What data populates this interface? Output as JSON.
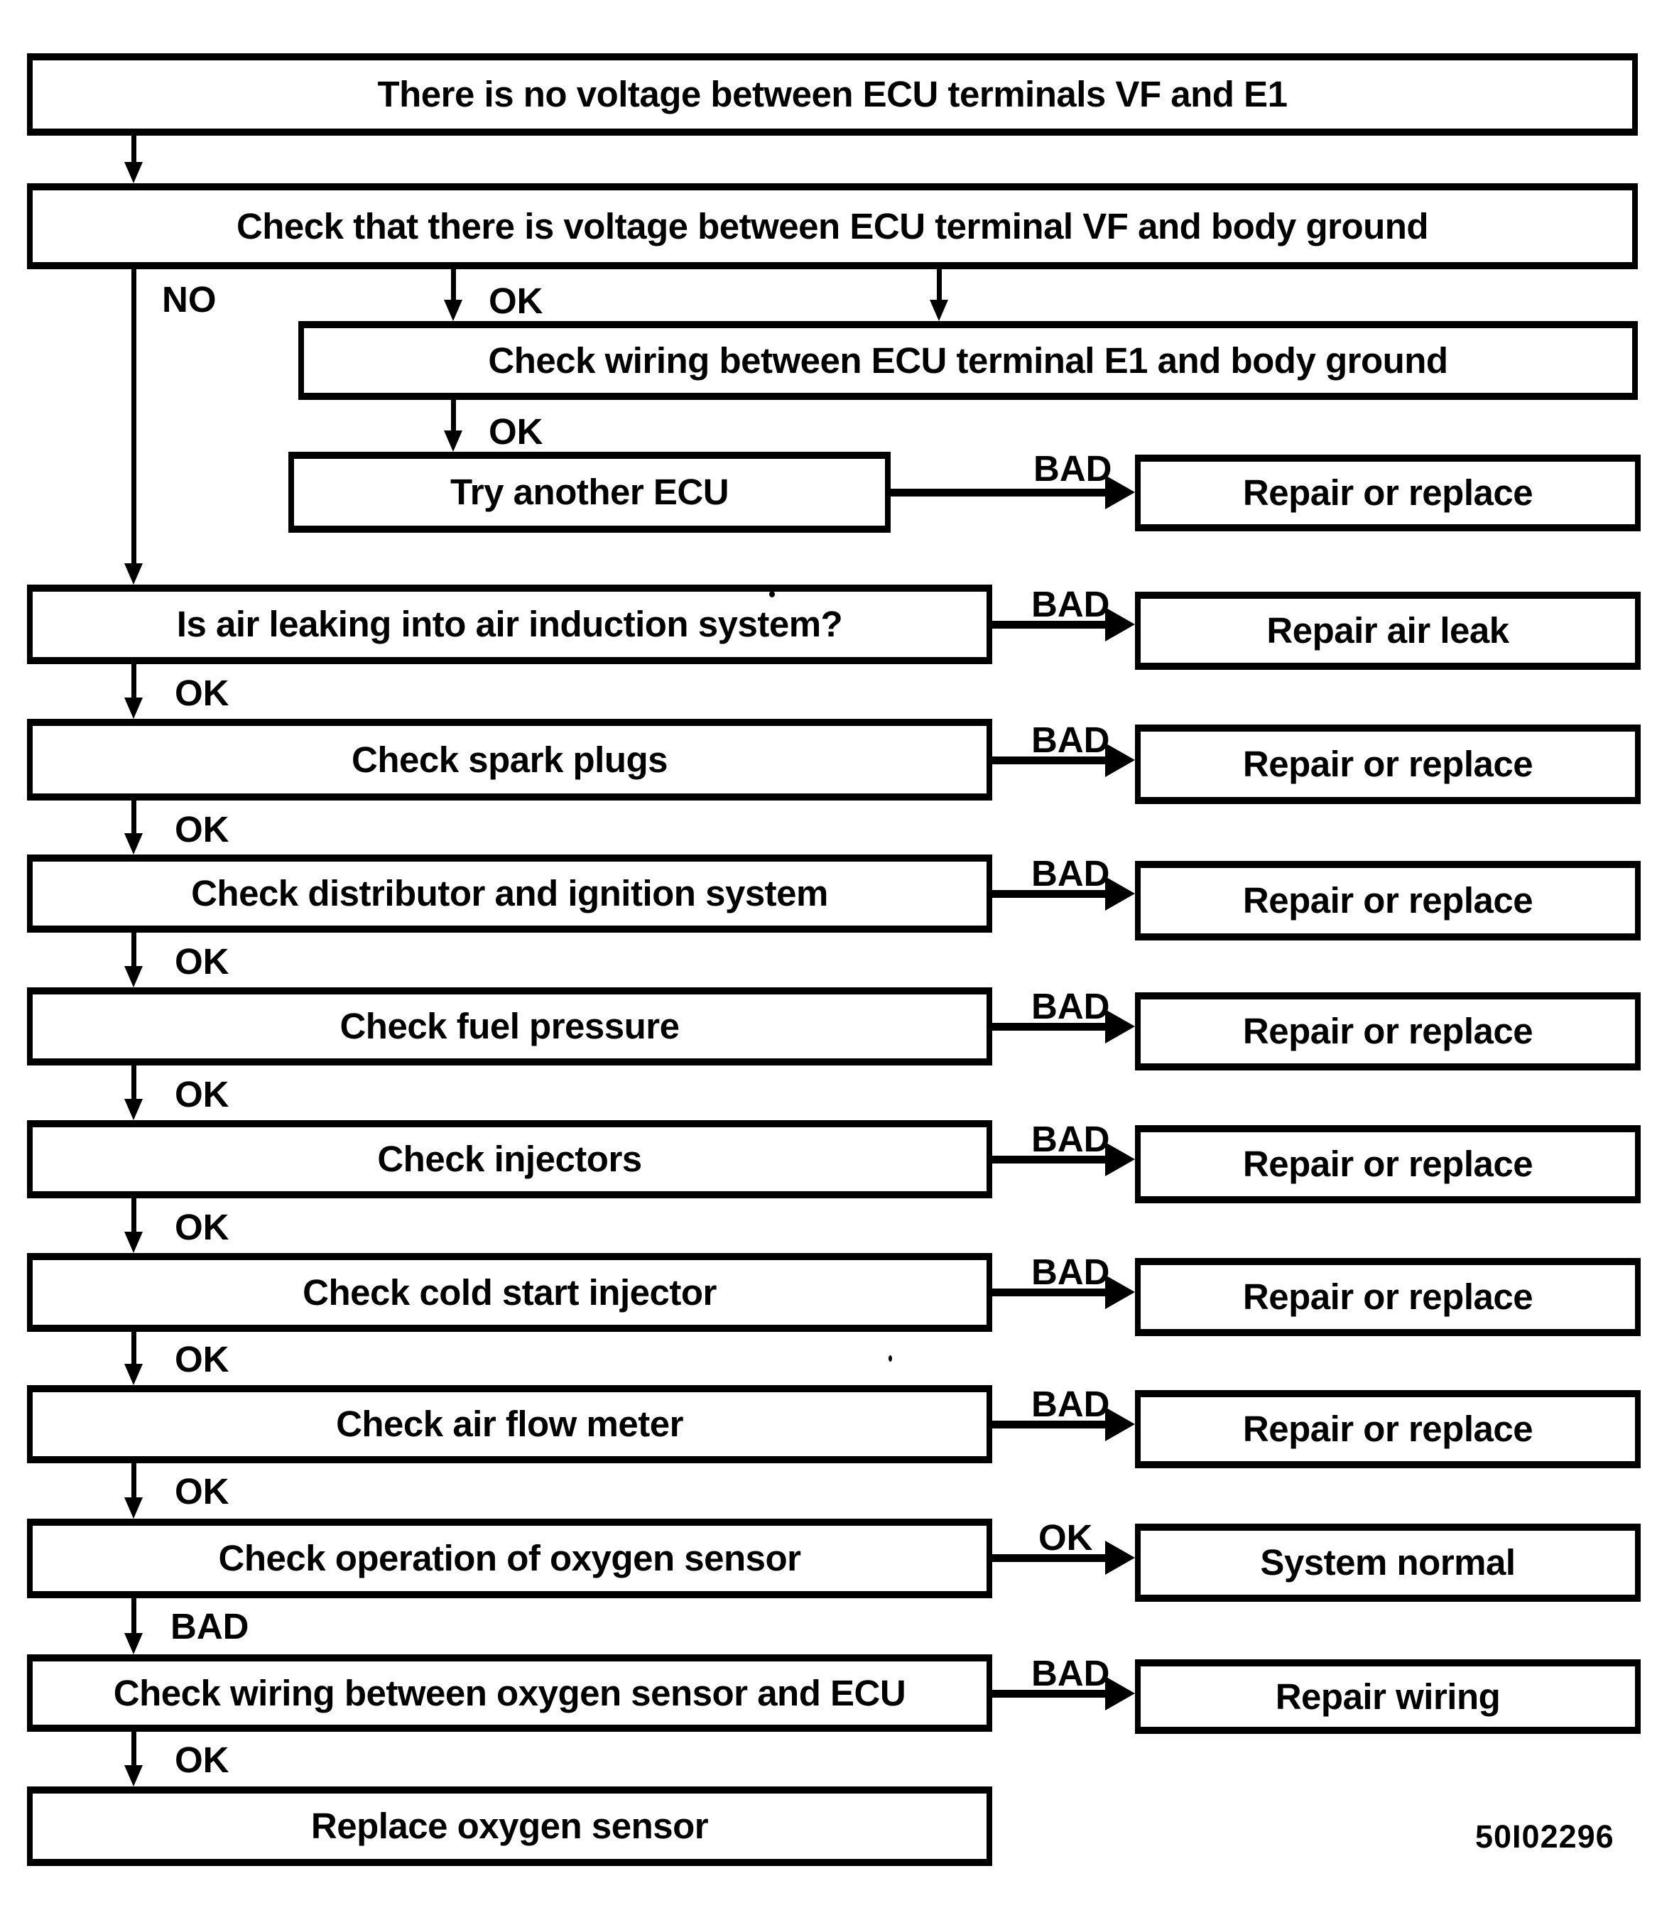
{
  "diagram_title": "ECU VF/E1 no-voltage diagnostic flowchart",
  "labels": {
    "no": "NO",
    "ok": "OK",
    "bad": "BAD"
  },
  "top": {
    "problem": "There is no voltage between ECU terminals VF and E1",
    "check_vf_ground": "Check that there is voltage between ECU terminal VF and body ground",
    "check_e1_wiring": "Check wiring between ECU terminal E1 and body ground",
    "try_ecu": "Try another ECU",
    "try_ecu_out_label": "BAD",
    "try_ecu_result": "Repair or replace"
  },
  "rows": [
    {
      "in_label": "NO",
      "step": "Is air leaking into air induction system?",
      "out_label": "BAD",
      "result": "Repair air leak"
    },
    {
      "in_label": "OK",
      "step": "Check spark plugs",
      "out_label": "BAD",
      "result": "Repair or replace"
    },
    {
      "in_label": "OK",
      "step": "Check distributor and ignition system",
      "out_label": "BAD",
      "result": "Repair or replace"
    },
    {
      "in_label": "OK",
      "step": "Check fuel pressure",
      "out_label": "BAD",
      "result": "Repair or replace"
    },
    {
      "in_label": "OK",
      "step": "Check injectors",
      "out_label": "BAD",
      "result": "Repair or replace"
    },
    {
      "in_label": "OK",
      "step": "Check cold start injector",
      "out_label": "BAD",
      "result": "Repair or replace"
    },
    {
      "in_label": "OK",
      "step": "Check air flow meter",
      "out_label": "BAD",
      "result": "Repair or replace"
    },
    {
      "in_label": "OK",
      "step": "Check operation of oxygen sensor",
      "out_label": "OK",
      "result": "System normal"
    },
    {
      "in_label": "BAD",
      "step": "Check wiring between oxygen sensor and ECU",
      "out_label": "BAD",
      "result": "Repair wiring"
    },
    {
      "in_label": "OK",
      "step": "Replace oxygen sensor"
    }
  ],
  "figure_code": "50I02296"
}
